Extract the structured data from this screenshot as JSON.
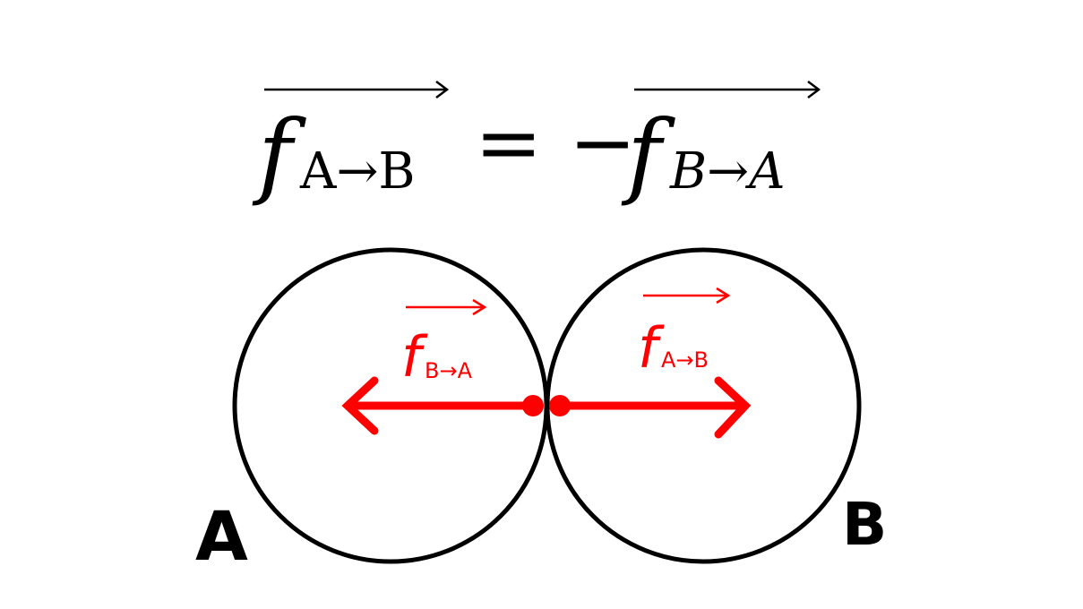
{
  "equation": {
    "lhs_symbol": "f",
    "lhs_subscript": "A→B",
    "equals": "=",
    "minus": "−",
    "rhs_symbol": "f",
    "rhs_subscript": "B→A"
  },
  "diagram": {
    "body_a_label": "A",
    "body_b_label": "B",
    "force_on_a": {
      "symbol": "f",
      "subscript": "B→A"
    },
    "force_on_b": {
      "symbol": "f",
      "subscript": "A→B"
    }
  },
  "colors": {
    "force": "#ff0000",
    "outline": "#000000"
  }
}
